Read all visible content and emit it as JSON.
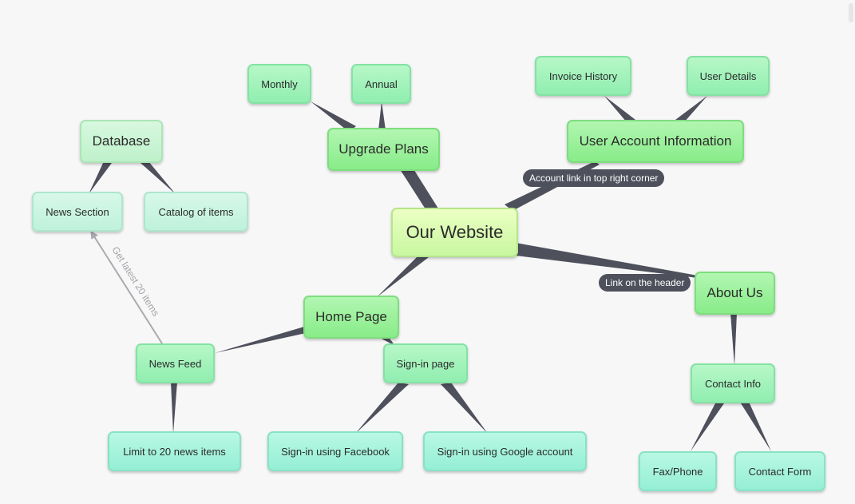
{
  "mindmap": {
    "root": "Our Website",
    "nodes": {
      "monthly": "Monthly",
      "annual": "Annual",
      "upgrade_plans": "Upgrade Plans",
      "invoice_history": "Invoice History",
      "user_details": "User Details",
      "user_account_information": "User Account Information",
      "database": "Database",
      "news_section": "News Section",
      "catalog_of_items": "Catalog of items",
      "home_page": "Home Page",
      "news_feed": "News Feed",
      "limit_news": "Limit to 20 news items",
      "signin_page": "Sign-in page",
      "signin_facebook": "Sign-in using Facebook",
      "signin_google": "Sign-in using Google account",
      "about_us": "About Us",
      "contact_info": "Contact Info",
      "fax_phone": "Fax/Phone",
      "contact_form": "Contact Form"
    },
    "edge_labels": {
      "account_link": "Account link in top right corner",
      "header_link": "Link on the header",
      "get_latest": "Get latest 20 items"
    },
    "colors": {
      "branch": "#4e505c",
      "arrow": "#a9aab0",
      "edge_label_bg": "#4e505c"
    }
  }
}
